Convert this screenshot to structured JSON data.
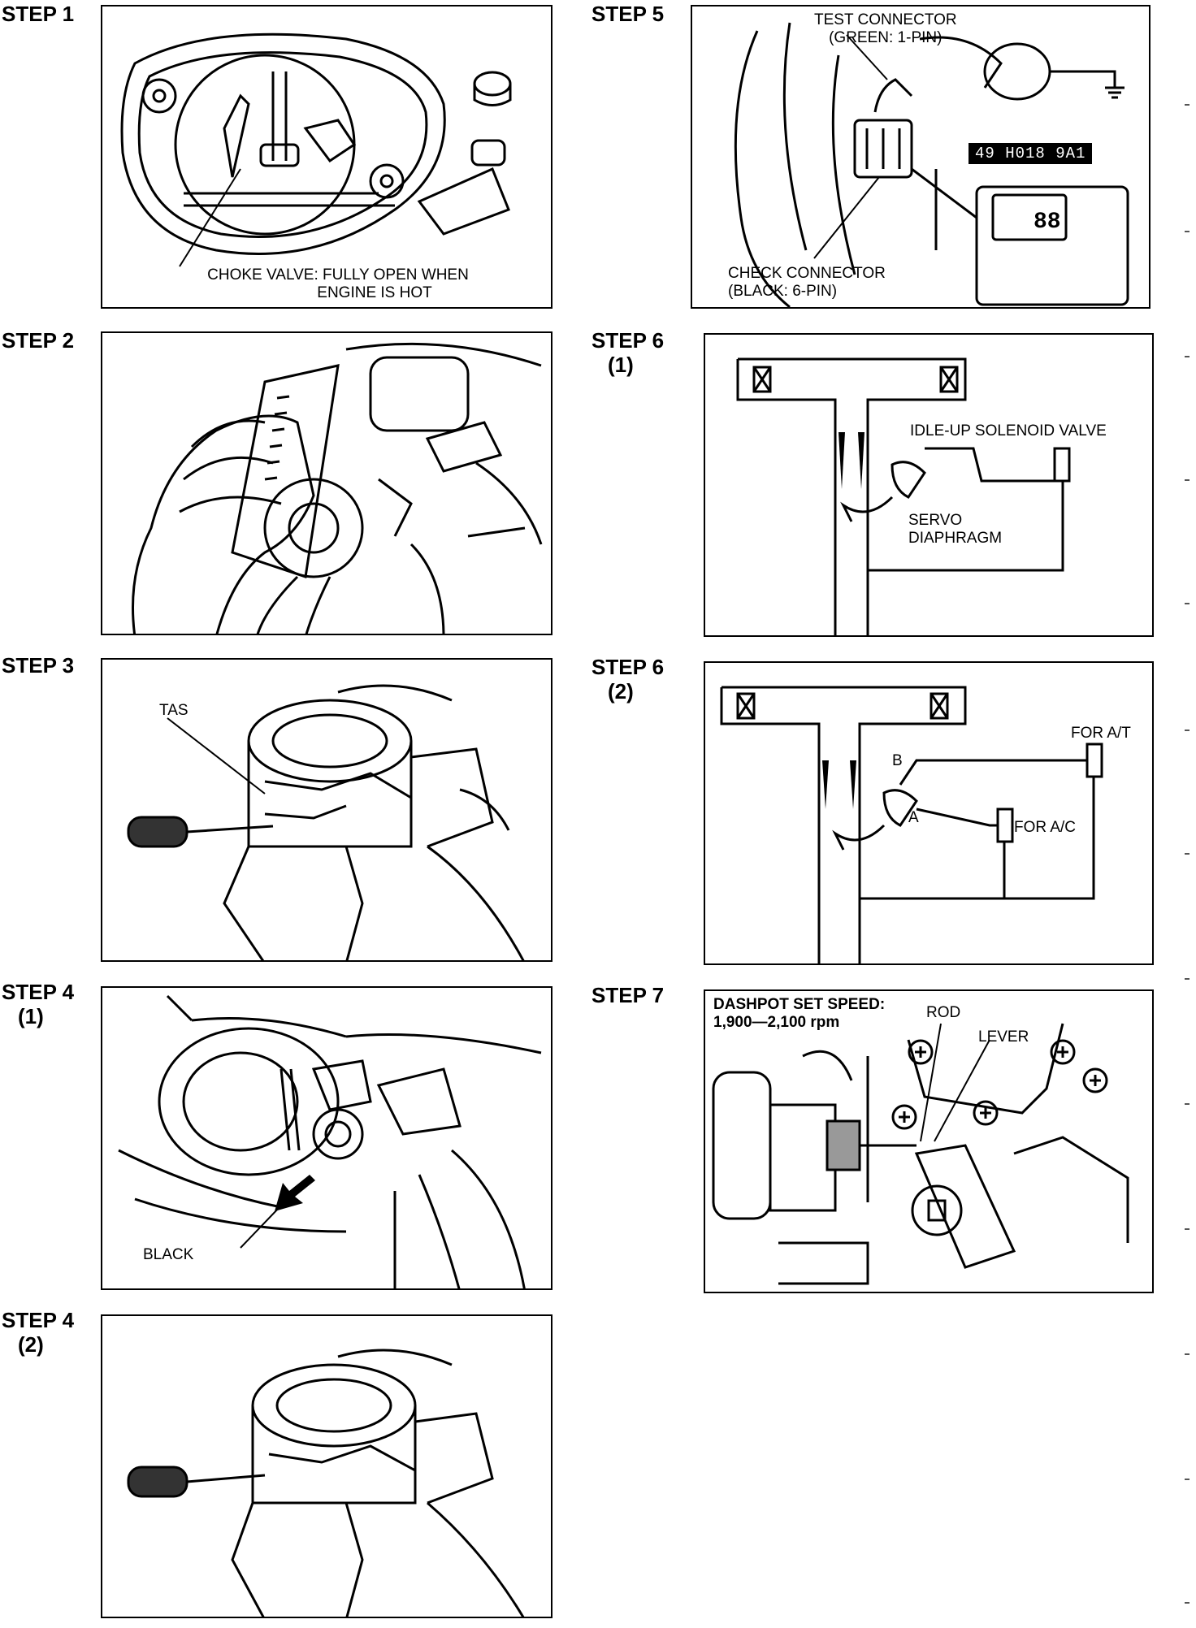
{
  "steps": {
    "s1": {
      "title": "STEP 1"
    },
    "s2": {
      "title": "STEP 2"
    },
    "s3": {
      "title": "STEP 3"
    },
    "s4a": {
      "title": "STEP 4",
      "sub": "(1)"
    },
    "s4b": {
      "title": "STEP 4",
      "sub": "(2)"
    },
    "s5": {
      "title": "STEP 5"
    },
    "s6a": {
      "title": "STEP 6",
      "sub": "(1)"
    },
    "s6b": {
      "title": "STEP 6",
      "sub": "(2)"
    },
    "s7": {
      "title": "STEP 7"
    }
  },
  "labels": {
    "choke_line1": "CHOKE VALVE: FULLY OPEN WHEN",
    "choke_line2": "ENGINE IS HOT",
    "tas": "TAS",
    "black": "BLACK",
    "test_conn_1": "TEST CONNECTOR",
    "test_conn_2": "(GREEN: 1-PIN)",
    "tool_code": "49 H018 9A1",
    "check_conn_1": "CHECK CONNECTOR",
    "check_conn_2": "(BLACK: 6-PIN)",
    "idle_up": "IDLE-UP SOLENOID VALVE",
    "servo_1": "SERVO",
    "servo_2": "DIAPHRAGM",
    "for_at": "FOR A/T",
    "for_ac": "FOR A/C",
    "pt_a": "A",
    "pt_b": "B",
    "dashpot_1": "DASHPOT SET SPEED:",
    "dashpot_2": "1,900—2,100 rpm",
    "rod": "ROD",
    "lever": "LEVER"
  }
}
